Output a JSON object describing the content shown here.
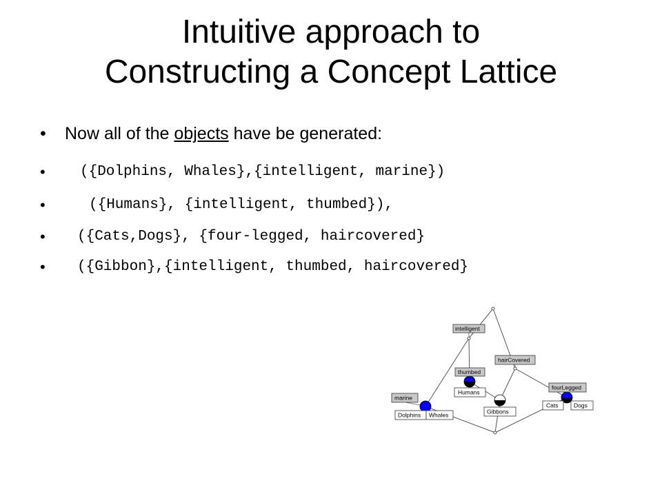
{
  "title": {
    "line1": "Intuitive approach to",
    "line2": "Constructing a Concept Lattice"
  },
  "intro": {
    "before": "Now all of the ",
    "underlined": "objects",
    "after": " have be generated:"
  },
  "concepts": [
    "({Dolphins, Whales},{intelligent, marine})",
    "({Humans}, {intelligent, thumbed}),",
    "({Cats,Dogs}, {four-legged, haircovered}",
    "({Gibbon},{intelligent, thumbed, haircovered}"
  ],
  "bullet": "•",
  "lattice": {
    "attributes": {
      "intelligent": "intelligent",
      "hair_covered": "hairCovered",
      "thumbed": "thumbed",
      "four_legged": "fourLegged",
      "marine": "marine"
    },
    "objects": {
      "humans": "Humans",
      "gibbons": "Gibbons",
      "cats": "Cats",
      "dogs": "Dogs",
      "dolphins": "Dolphins",
      "whales": "Whales"
    },
    "colors": {
      "attribute_label_fill": "#c8c8c8",
      "object_label_fill": "#ffffff",
      "node_fill": "#0000ff",
      "node_lower_fill": "#000000",
      "edge": "#555555"
    }
  }
}
